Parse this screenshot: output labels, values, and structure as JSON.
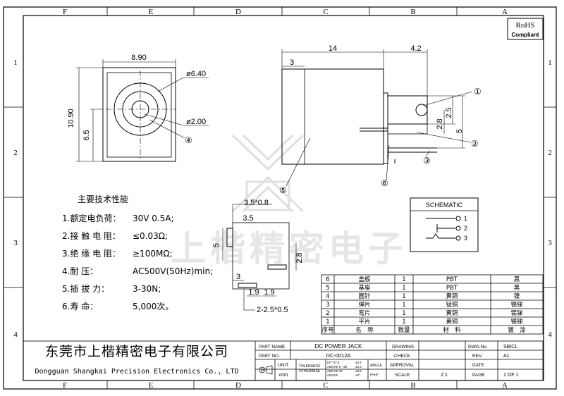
{
  "zones": {
    "columns": [
      "F",
      "E",
      "D",
      "C",
      "B",
      "A"
    ],
    "rows": [
      "1",
      "2",
      "3",
      "4"
    ]
  },
  "certification": {
    "title": "RoHS",
    "subtitle": "Compliant"
  },
  "front_view": {
    "width_dim": "8.90",
    "height_dim": "10.90",
    "center_height_dim": "6.5",
    "outer_hole_dim": "ø6.40",
    "pin_dim": "ø2.00",
    "callout": "④"
  },
  "side_view": {
    "length_dim": "14",
    "front_dim": "4.2",
    "flange_dim": "3",
    "dim_25": "2.5",
    "dim_28": "2.8",
    "dim_5": "5",
    "callouts": [
      "①",
      "②",
      "③",
      "⑤",
      "⑥"
    ]
  },
  "footprint": {
    "top_dim": "3.5*0.8",
    "mid_dim": "3.5",
    "left_dim": "5",
    "right_dim": "2.8",
    "bottom_left_dim": "3",
    "bottom_dim_a": "1.9",
    "bottom_dim_b": "1.9",
    "slot_dim": "2-2.5*0.5"
  },
  "specs": {
    "title": "主要技术性能",
    "items": [
      {
        "label": "1.额定电负荷：",
        "value": "30V 0.5A;"
      },
      {
        "label": "2.接 触 电 阻：",
        "value": "≤0.03Ω;"
      },
      {
        "label": "3.绝 缘 电 阻：",
        "value": "≥100MΩ;"
      },
      {
        "label": "4.耐        压：",
        "value": "AC500V(50Hz)min;"
      },
      {
        "label": "5.插  拔    力：",
        "value": "3-30N;"
      },
      {
        "label": "6.寿        命：",
        "value": "5,000次。"
      }
    ]
  },
  "schematic": {
    "title": "SCHEMATIC",
    "pins": [
      "1",
      "2",
      "3"
    ]
  },
  "watermark": "上楷精密电子",
  "bom": {
    "rows": [
      {
        "no": "6",
        "name": "盖板",
        "qty": "1",
        "material": "PBT",
        "plating": "黑"
      },
      {
        "no": "5",
        "name": "基座",
        "qty": "1",
        "material": "PBT",
        "plating": "黑"
      },
      {
        "no": "4",
        "name": "圆针",
        "qty": "1",
        "material": "黄铜",
        "plating": "镍"
      },
      {
        "no": "3",
        "name": "弹片",
        "qty": "1",
        "material": "锰铜",
        "plating": "锡锑"
      },
      {
        "no": "2",
        "name": "弯片",
        "qty": "1",
        "material": "黄铜",
        "plating": "锡锑"
      },
      {
        "no": "1",
        "name": "平片",
        "qty": "1",
        "material": "黄铜",
        "plating": "锡锑"
      }
    ],
    "header": {
      "no": "序号",
      "name": "名　称",
      "qty": "数量",
      "material": "材　料",
      "plating": "镀　涂"
    }
  },
  "title_block": {
    "company_cn": "东莞市上楷精密电子有限公司",
    "company_en": "Dongguan Shangkai Precision Electronics Co., LTD",
    "part_name_label": "PART NAME",
    "part_name": "DC POWER JACK",
    "part_no_label": "PART NO.",
    "part_no": "DC-0012A",
    "unit_label": "UNIT",
    "unit": "mm",
    "tolerance_label": "TOLERANCE",
    "otherwise_label": "OTHERWISE",
    "tol_rows": [
      {
        "range": "UP TO 5",
        "value": "±0.2"
      },
      {
        "range": "ABOVE 5 ~30",
        "value": "±0.3"
      },
      {
        "range": "ABOVE 30",
        "value": "±0.5"
      },
      {
        "range": "ANGLE",
        "value": "±3°"
      }
    ],
    "angle_label": "ANGLE",
    "angle_value": "0°±3°",
    "drawing_label": "DRAWING",
    "check_label": "CHECK",
    "approval_label": "APPROVAL",
    "scale_label": "SCALE",
    "scale": "2:1",
    "dwg_no_label": "DWG.No.",
    "dwg_no": "SBICL",
    "rev_label": "REV.",
    "rev": "A1",
    "date_label": "DATE",
    "date": "",
    "page_label": "PAGE",
    "page": "1 OF 1"
  }
}
